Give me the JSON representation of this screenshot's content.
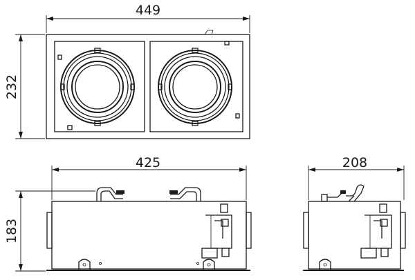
{
  "drawing": {
    "top_view": {
      "width_dim": "449",
      "height_dim": "232"
    },
    "front_view": {
      "width_dim": "425",
      "height_dim": "183"
    },
    "side_view": {
      "width_dim": "208"
    }
  }
}
